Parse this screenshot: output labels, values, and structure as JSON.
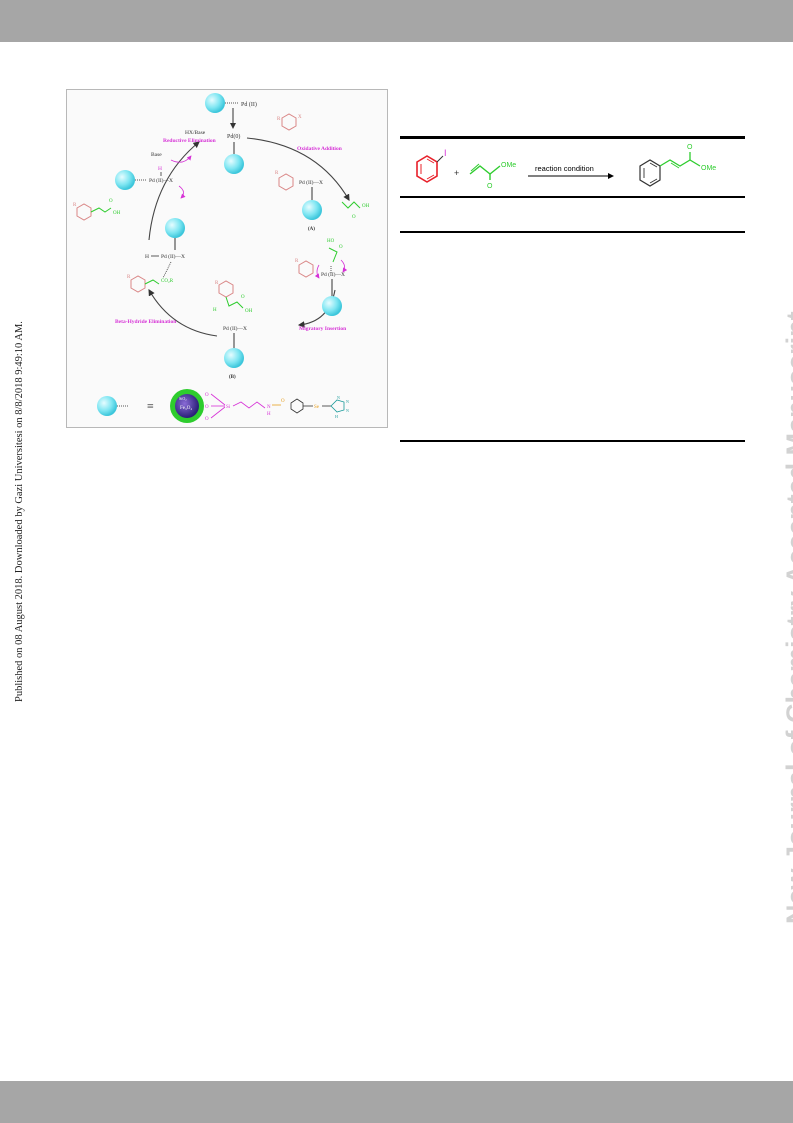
{
  "side_note": "Published on 08 August 2018. Downloaded by Gazi Universitesi on 8/8/2018 9:49:10 AM.",
  "watermark": "New Journal of Chemistry Accepted Manuscript",
  "cycle": {
    "catalyst_top": "Pd (II)",
    "pd0": "Pd(0)",
    "oxidative_addition": "Oxidative Addition",
    "migratory_insertion": "Migratory Insertion",
    "beta_hydride_elimination": "Beta-Hydride Elimination",
    "reductive_elimination": "Reductive Elimination",
    "hx_base": "HX/Base",
    "base": "Base",
    "label_a": "(A)",
    "label_b": "(B)",
    "pd_ii_x": "Pd (II)—X",
    "h": "H",
    "r": "R",
    "x": "X",
    "oh": "OH",
    "ho": "HO",
    "co2r": "CO₂R",
    "o": "O",
    "legend_equals": "≡",
    "core_label": "Fe₃O₄",
    "shell_label": "SiO₂",
    "si": "Si",
    "n": "N",
    "nh": "N\nH",
    "se": "Se"
  },
  "scheme": {
    "i": "I",
    "plus": "+",
    "ome_1": "OMe",
    "o_1": "O",
    "arrow_label": "reaction condition",
    "ome_2": "OMe",
    "o_2": "O"
  },
  "colors": {
    "bar": "#a6a6a6",
    "watermark": "#d2d2d2",
    "magenta": "#d631d6",
    "red": "#e8202a",
    "green": "#2ecc2e",
    "cyan": "#7fe6f2",
    "salmon": "#d98686"
  }
}
